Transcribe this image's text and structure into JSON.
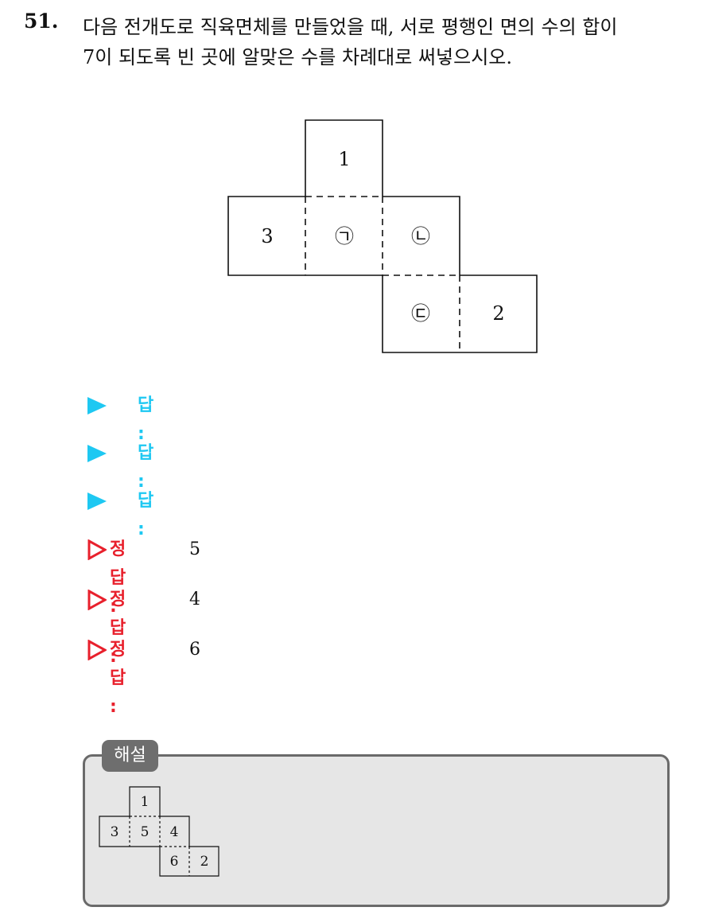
{
  "question": {
    "number": "51.",
    "line1": "다음 전개도로 직육면체를 만들었을 때, 서로 평행인 면의 수의 합이",
    "line2": "7이 되도록 빈 곳에 알맞은 수를 차례대로 써넣으시오."
  },
  "net": {
    "top": "1",
    "left": "3",
    "center": "㉠",
    "right": "㉡",
    "bottom": "㉢",
    "bottom_right": "2"
  },
  "answers": {
    "answer_label": "답 :",
    "rows": [
      "",
      "",
      ""
    ]
  },
  "correct": {
    "label": "정답 :",
    "values": [
      "5",
      "4",
      "6"
    ]
  },
  "explanation": {
    "tag": "해설",
    "net": {
      "top": "1",
      "left": "3",
      "center": "5",
      "right": "4",
      "bottom": "6",
      "bottom_right": "2"
    }
  },
  "colors": {
    "answer_accent": "#1ec8f2",
    "correct_accent": "#e8202c",
    "explanation_tag": "#6e6e6e",
    "explanation_bg": "#e6e6e6"
  }
}
